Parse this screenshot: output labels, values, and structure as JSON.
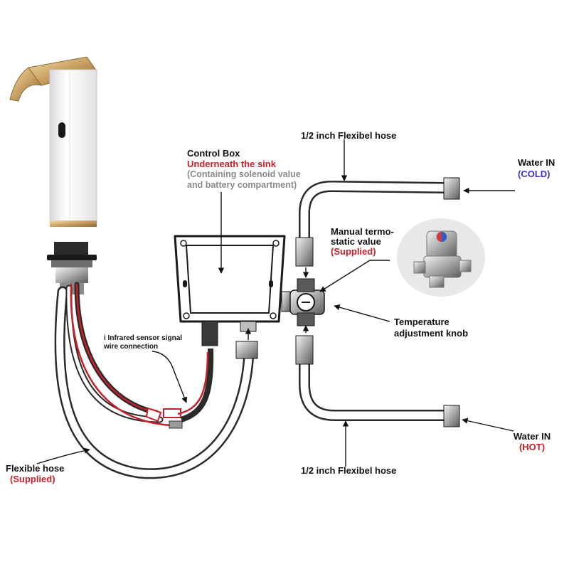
{
  "labels": {
    "flexibel_hose_top": "1/2 inch Flexibel hose",
    "control_box_title": "Control Box",
    "control_box_location": "Underneath the sink",
    "control_box_desc_line1": "(Containing solenoid value",
    "control_box_desc_line2": "and battery compartment)",
    "water_in_cold": "Water IN",
    "cold": "(COLD)",
    "manual_line1": "Manual termo-",
    "manual_line2": "static value",
    "supplied_valve": "(Supplied)",
    "temperature_line1": "Temperature",
    "temperature_line2": "adjustment knob",
    "sensor_line1": "i Infrared sensor signal",
    "sensor_line2": "wire connection",
    "water_in_hot": "Water IN",
    "hot": "(HOT)",
    "flexible_hose_left": "Flexible hose",
    "supplied_hose": "(Supplied)",
    "flexibel_hose_bottom": "1/2 inch Flexibel hose"
  },
  "colors": {
    "text": "#111111",
    "supplied_red": "#c8202a",
    "cold_blue": "#3b35c9",
    "note_gray": "#8a8a8a",
    "gold": "#c9a063"
  }
}
